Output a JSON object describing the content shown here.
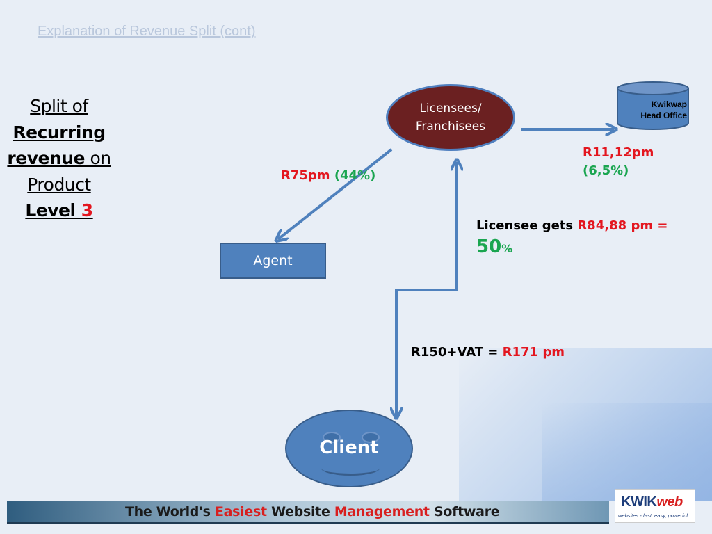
{
  "slide": {
    "title": "Explanation of Revenue Split (cont)"
  },
  "side_heading": {
    "line1": "Split of",
    "line2": "Recurring",
    "line3a": "revenue",
    "line3b": " on",
    "line4": "Product",
    "line5a": "Level ",
    "line5b": "3"
  },
  "nodes": {
    "licensees": "Licensees/ Franchisees",
    "head_office_line1": "Kwikwap",
    "head_office_line2": "Head Office",
    "agent": "Agent",
    "client": "Client"
  },
  "labels": {
    "agent_amount": "R75pm",
    "agent_pct": "(44%)",
    "head_office_amount": "R11,12pm",
    "head_office_pct": "(6,5%)",
    "licensee_prefix": "Licensee gets ",
    "licensee_amount": "R84,88 pm =",
    "licensee_pct_num": "50",
    "licensee_pct_sign": "%",
    "client_prefix": "R150+VAT = ",
    "client_amount": "R171 pm"
  },
  "footer": {
    "part1": "The World's ",
    "part2": "Easiest",
    "part3": " Website ",
    "part4": "Management",
    "part5": " Software"
  },
  "logo": {
    "kwik": "KWIK",
    "web": "web",
    "tagline": "websites - fast, easy, powerful"
  },
  "colors": {
    "arrow": "#4f81bd",
    "licensee_fill": "#6b2021",
    "accent_red": "#e3161f",
    "accent_green": "#1aa550"
  }
}
